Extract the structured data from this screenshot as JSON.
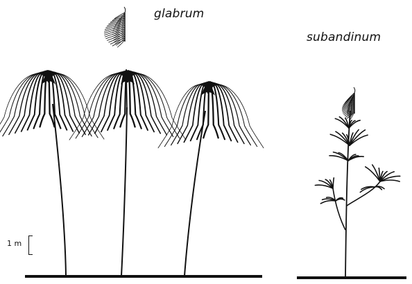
{
  "labels": {
    "left_species": "glabrum",
    "right_species": "subandinum",
    "scale": "1 m"
  }
}
